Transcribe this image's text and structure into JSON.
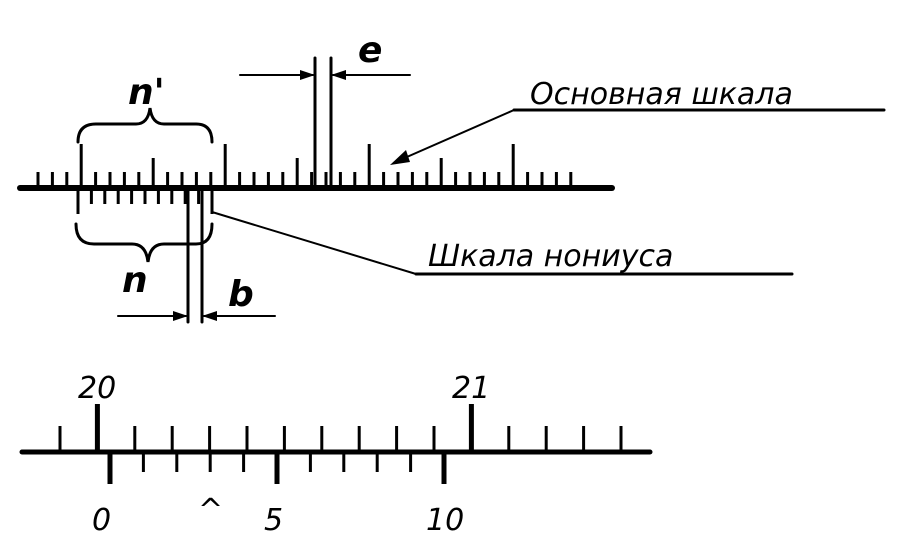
{
  "top_diagram": {
    "label_n_prime": "n'",
    "label_n": "n",
    "label_e": "e",
    "label_b": "b",
    "main_scale_label": "Основная шкала",
    "vernier_scale_label": "Шкала нониуса"
  },
  "bottom_diagram": {
    "main_scale_numbers": [
      "20",
      "21"
    ],
    "vernier_numbers": [
      "0",
      "5",
      "10"
    ],
    "caret_mark": "^"
  }
}
